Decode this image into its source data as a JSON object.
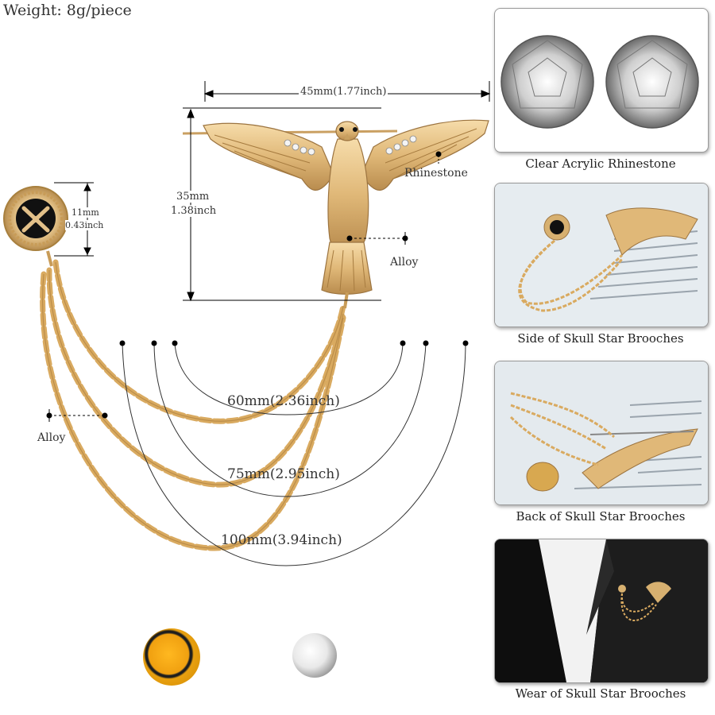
{
  "weight": "Weight: 8g/piece",
  "dimensions": {
    "width": "45mm(1.77inch)",
    "height_mm": "35mm",
    "height_in": "1.38inch",
    "badge_mm": "11mm",
    "badge_in": "0.43inch"
  },
  "materials": {
    "rhinestone": "Rhinestone",
    "alloy_bird": "Alloy",
    "alloy_chain": "Alloy"
  },
  "chain_lengths": [
    "60mm(2.36inch)",
    "75mm(2.95inch)",
    "100mm(3.94inch)"
  ],
  "panels": [
    {
      "caption": "Clear Acrylic Rhinestone"
    },
    {
      "caption": "Side of Skull Star Brooches"
    },
    {
      "caption": "Back of Skull Star Brooches"
    },
    {
      "caption": "Wear of Skull Star Brooches"
    }
  ],
  "color_options": [
    {
      "name": "gold",
      "color": "#f0a810"
    },
    {
      "name": "silver",
      "color": "#d0d0d0"
    }
  ]
}
